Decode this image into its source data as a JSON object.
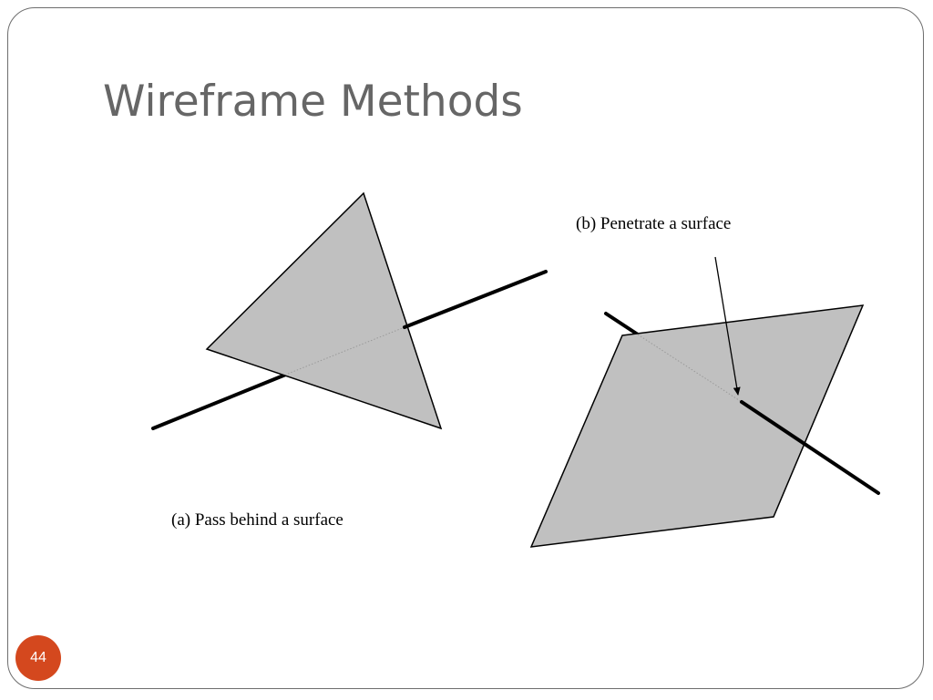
{
  "slide": {
    "title": "Wireframe Methods",
    "page_number": "44"
  },
  "diagram": {
    "caption_a": "(a) Pass behind a surface",
    "caption_b": "(b) Penetrate a surface",
    "surface_fill": "#c0c0c0",
    "line_color": "#000000"
  },
  "colors": {
    "title": "#666666",
    "badge": "#d4481e",
    "frame": "#6e6e6e"
  }
}
